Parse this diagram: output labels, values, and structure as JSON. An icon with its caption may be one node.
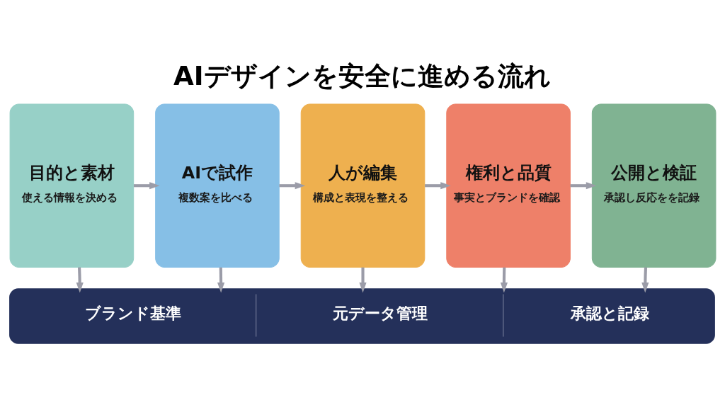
{
  "diagram": {
    "title": "AIデザインを安全に進める流れ",
    "nodes": [
      {
        "text": [
          "目的と素材",
          "使える情報を決める"
        ]
      },
      {
        "text": [
          "AIで試作",
          "複数案を比べる"
        ]
      },
      {
        "text": [
          "人が編集",
          "構成と表現を整える"
        ]
      },
      {
        "text": [
          "権利と品質",
          "事実とブランドを確認"
        ]
      },
      {
        "text": [
          "公開と検証",
          "承認し反応をを記録"
        ]
      },
      {
        "text": [
          "ブランド基準",
          "元データ管理",
          "承認と記録"
        ]
      }
    ],
    "edges": [
      {
        "from": 0,
        "to": 1,
        "arrow": "to"
      },
      {
        "from": 1,
        "to": 2,
        "arrow": "to"
      },
      {
        "from": 2,
        "to": 3,
        "arrow": "to"
      },
      {
        "from": 3,
        "to": 4,
        "arrow": "to"
      },
      {
        "from": 0,
        "to": 5,
        "arrow": "to"
      },
      {
        "from": 1,
        "to": 5,
        "arrow": "to"
      },
      {
        "from": 2,
        "to": 5,
        "arrow": "to"
      },
      {
        "from": 3,
        "to": 5,
        "arrow": "to"
      },
      {
        "from": 4,
        "to": 5,
        "arrow": "to"
      }
    ]
  }
}
